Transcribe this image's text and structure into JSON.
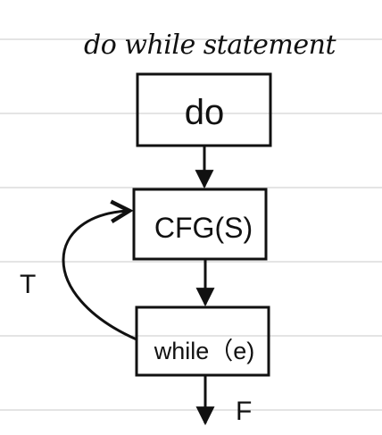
{
  "title": "do while statement",
  "nodes": {
    "do": {
      "label": "do"
    },
    "cfg": {
      "label": "CFG(S)"
    },
    "while": {
      "label": "while（e)"
    }
  },
  "edges": {
    "true_label": "T",
    "false_label": "F"
  }
}
